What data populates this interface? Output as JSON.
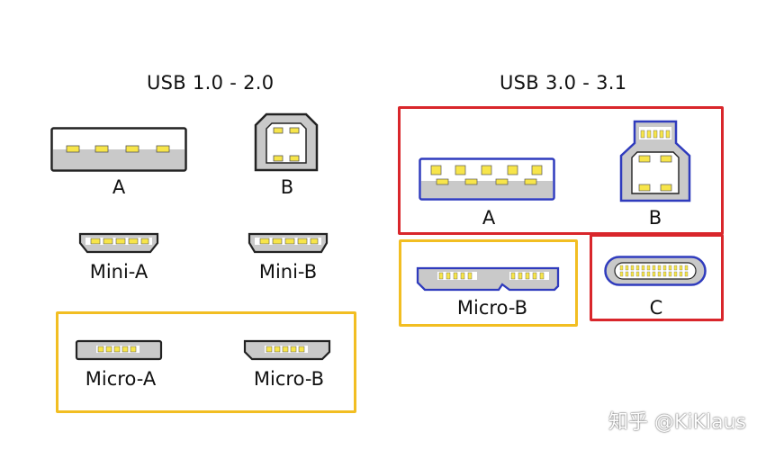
{
  "headings": {
    "left": "USB 1.0 - 2.0",
    "right": "USB 3.0 - 3.1"
  },
  "usb2": {
    "type_a": "A",
    "type_b": "B",
    "mini_a": "Mini-A",
    "mini_b": "Mini-B",
    "micro_a": "Micro-A",
    "micro_b": "Micro-B"
  },
  "usb3": {
    "type_a": "A",
    "type_b": "B",
    "micro_b": "Micro-B",
    "type_c": "C"
  },
  "watermark": "知乎 @KiKlaus",
  "colors": {
    "red_frame": "#d9262b",
    "yellow_frame": "#f2be22",
    "pin": "#f7e54a",
    "gray_body": "#c9c9c9",
    "usb3_blue": "#2f3bbd"
  },
  "icons": {
    "usb2_a": "usb-type-a-connector-icon",
    "usb2_b": "usb-type-b-connector-icon",
    "usb2_mini_a": "usb-mini-a-connector-icon",
    "usb2_mini_b": "usb-mini-b-connector-icon",
    "usb2_micro_a": "usb-micro-a-connector-icon",
    "usb2_micro_b": "usb-micro-b-connector-icon",
    "usb3_a": "usb3-type-a-connector-icon",
    "usb3_b": "usb3-type-b-connector-icon",
    "usb3_micro_b": "usb3-micro-b-connector-icon",
    "usb3_c": "usb-type-c-connector-icon"
  }
}
